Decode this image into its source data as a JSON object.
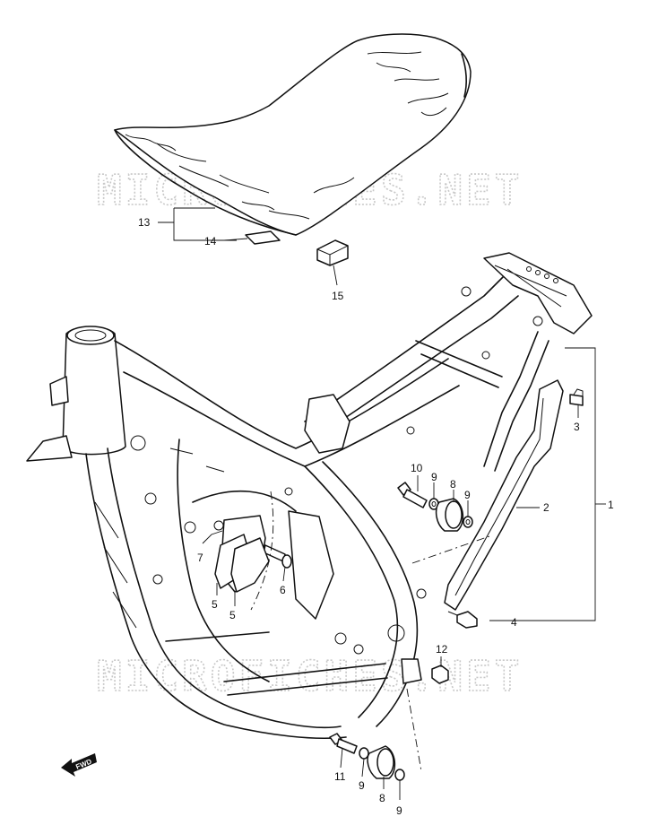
{
  "watermark": "MICROFICHES.NET",
  "fwd_label": "FWD",
  "callouts": [
    "1",
    "2",
    "3",
    "4",
    "5",
    "5",
    "6",
    "7",
    "8",
    "8",
    "9",
    "9",
    "9",
    "9",
    "10",
    "11",
    "12",
    "13",
    "14",
    "15"
  ]
}
